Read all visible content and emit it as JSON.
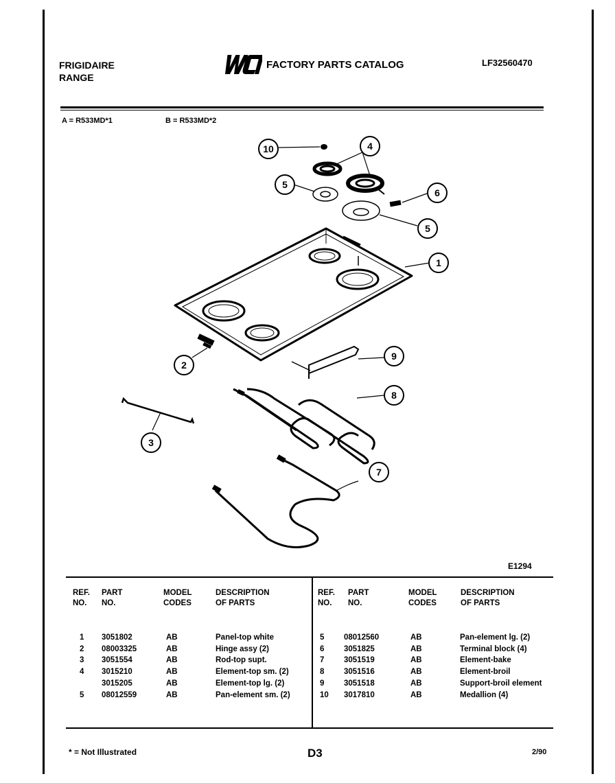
{
  "header": {
    "brand": "FRIGIDAIRE",
    "product": "RANGE",
    "catalog_title": "FACTORY PARTS CATALOG",
    "catalog_number": "LF32560470",
    "logo_text": "WCI"
  },
  "models": {
    "a": "A = R533MD*1",
    "b": "B = R533MD*2"
  },
  "diagram": {
    "code": "E1294",
    "callouts": [
      "10",
      "4",
      "5",
      "6",
      "5",
      "1",
      "2",
      "9",
      "8",
      "3",
      "7"
    ]
  },
  "table": {
    "headers": {
      "ref_1": "REF.",
      "ref_2": "NO.",
      "part_1": "PART",
      "part_2": "NO.",
      "model_1": "MODEL",
      "model_2": "CODES",
      "desc_1": "DESCRIPTION",
      "desc_2": "OF PARTS"
    },
    "left_rows": [
      {
        "ref": "1",
        "part": "3051802",
        "codes": "AB",
        "desc": "Panel-top white"
      },
      {
        "ref": "2",
        "part": "08003325",
        "codes": "AB",
        "desc": "Hinge assy (2)"
      },
      {
        "ref": "3",
        "part": "3051554",
        "codes": "AB",
        "desc": "Rod-top supt."
      },
      {
        "ref": "4",
        "part": "3015210",
        "codes": "AB",
        "desc": "Element-top sm. (2)"
      },
      {
        "ref": "",
        "part": "3015205",
        "codes": "AB",
        "desc": "Element-top lg. (2)"
      },
      {
        "ref": "5",
        "part": "08012559",
        "codes": "AB",
        "desc": "Pan-element sm. (2)"
      }
    ],
    "right_rows": [
      {
        "ref": "5",
        "part": "08012560",
        "codes": "AB",
        "desc": "Pan-element lg. (2)"
      },
      {
        "ref": "6",
        "part": "3051825",
        "codes": "AB",
        "desc": "Terminal block (4)"
      },
      {
        "ref": "7",
        "part": "3051519",
        "codes": "AB",
        "desc": "Element-bake"
      },
      {
        "ref": "8",
        "part": "3051516",
        "codes": "AB",
        "desc": "Element-broil"
      },
      {
        "ref": "9",
        "part": "3051518",
        "codes": "AB",
        "desc": "Support-broil element"
      },
      {
        "ref": "10",
        "part": "3017810",
        "codes": "AB",
        "desc": "Medallion (4)"
      }
    ]
  },
  "footer": {
    "note": "* = Not Illustrated",
    "page": "D3",
    "date": "2/90"
  }
}
